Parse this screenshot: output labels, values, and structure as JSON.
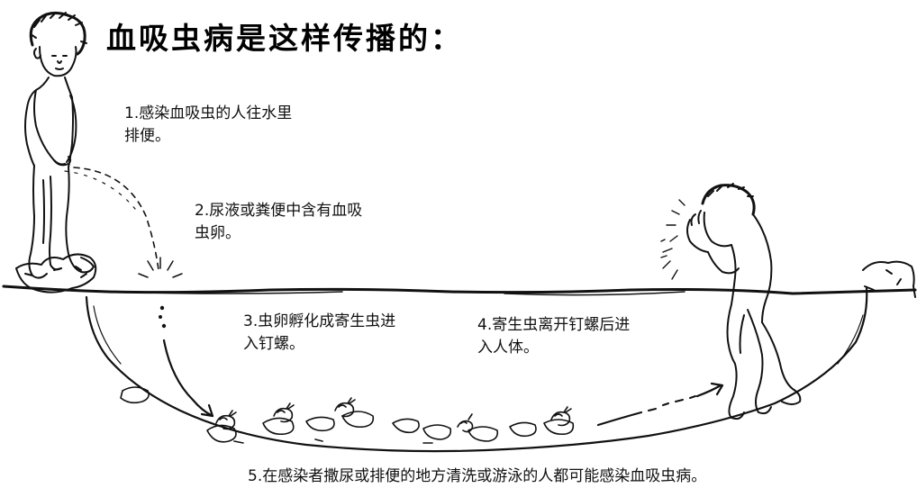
{
  "title": "血吸虫病是这样传播的：",
  "steps": [
    {
      "lines": [
        "1.感染血吸虫的人往水里",
        "排便。"
      ]
    },
    {
      "lines": [
        "2.尿液或粪便中含有血吸",
        "虫卵。"
      ]
    },
    {
      "lines": [
        "3.虫卵孵化成寄生虫进",
        "入钉螺。"
      ]
    },
    {
      "lines": [
        "4.寄生虫离开钉螺后进",
        "入人体。"
      ]
    },
    {
      "lines": [
        "5.在感染者撒尿或排便的地方清洗或游泳的人都可能感染血吸虫病。"
      ]
    }
  ]
}
